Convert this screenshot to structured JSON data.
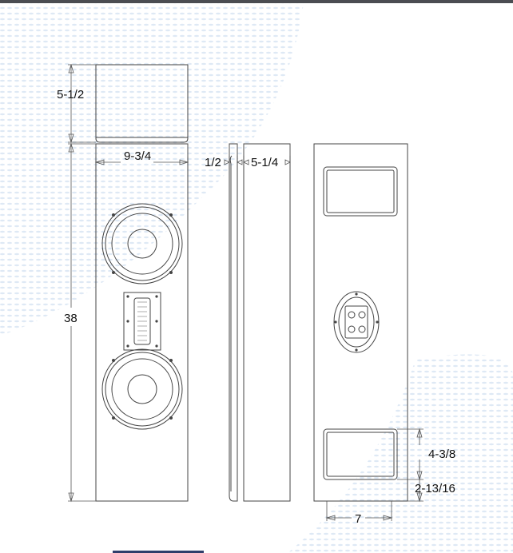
{
  "dimensions": {
    "top_depth": "5-1/2",
    "front_width": "9-3/4",
    "height": "38",
    "baffle_thickness": "1/2",
    "box_depth": "5-1/4",
    "port_height": "4-3/8",
    "port_offset": "2-13/16",
    "port_width": "7"
  },
  "colors": {
    "line": "#444444",
    "background_pattern": "#c9dbef",
    "topbar": "#4b4d52"
  }
}
